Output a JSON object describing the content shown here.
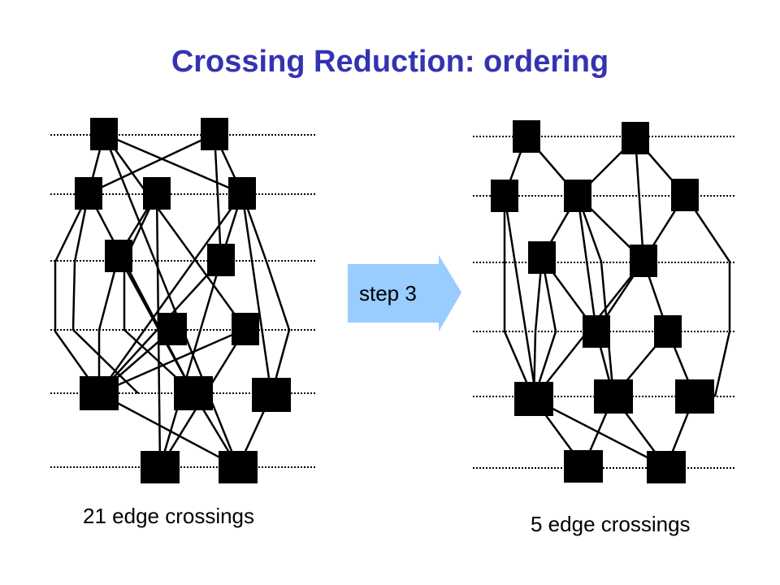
{
  "title": "Crossing Reduction: ordering",
  "arrow": {
    "label": "step 3",
    "color": "#99ccff"
  },
  "left": {
    "caption": "21 edge crossings",
    "layers": 6,
    "nodes": [
      {
        "id": "a1",
        "layer": 0
      },
      {
        "id": "a2",
        "layer": 0
      },
      {
        "id": "b1",
        "layer": 1
      },
      {
        "id": "b2",
        "layer": 1
      },
      {
        "id": "b3",
        "layer": 1
      },
      {
        "id": "c1",
        "layer": 2
      },
      {
        "id": "c2",
        "layer": 2
      },
      {
        "id": "d1",
        "layer": 3
      },
      {
        "id": "d2",
        "layer": 3
      },
      {
        "id": "e1",
        "layer": 4
      },
      {
        "id": "e2",
        "layer": 4
      },
      {
        "id": "e3",
        "layer": 4
      },
      {
        "id": "f1",
        "layer": 5
      },
      {
        "id": "f2",
        "layer": 5
      }
    ]
  },
  "right": {
    "caption": "5 edge crossings",
    "layers": 6,
    "nodes": [
      {
        "id": "a1",
        "layer": 0
      },
      {
        "id": "a2",
        "layer": 0
      },
      {
        "id": "b1",
        "layer": 1
      },
      {
        "id": "b2",
        "layer": 1
      },
      {
        "id": "b3",
        "layer": 1
      },
      {
        "id": "c1",
        "layer": 2
      },
      {
        "id": "c2",
        "layer": 2
      },
      {
        "id": "d1",
        "layer": 3
      },
      {
        "id": "d2",
        "layer": 3
      },
      {
        "id": "e1",
        "layer": 4
      },
      {
        "id": "e2",
        "layer": 4
      },
      {
        "id": "e3",
        "layer": 4
      },
      {
        "id": "f1",
        "layer": 5
      },
      {
        "id": "f2",
        "layer": 5
      }
    ]
  }
}
